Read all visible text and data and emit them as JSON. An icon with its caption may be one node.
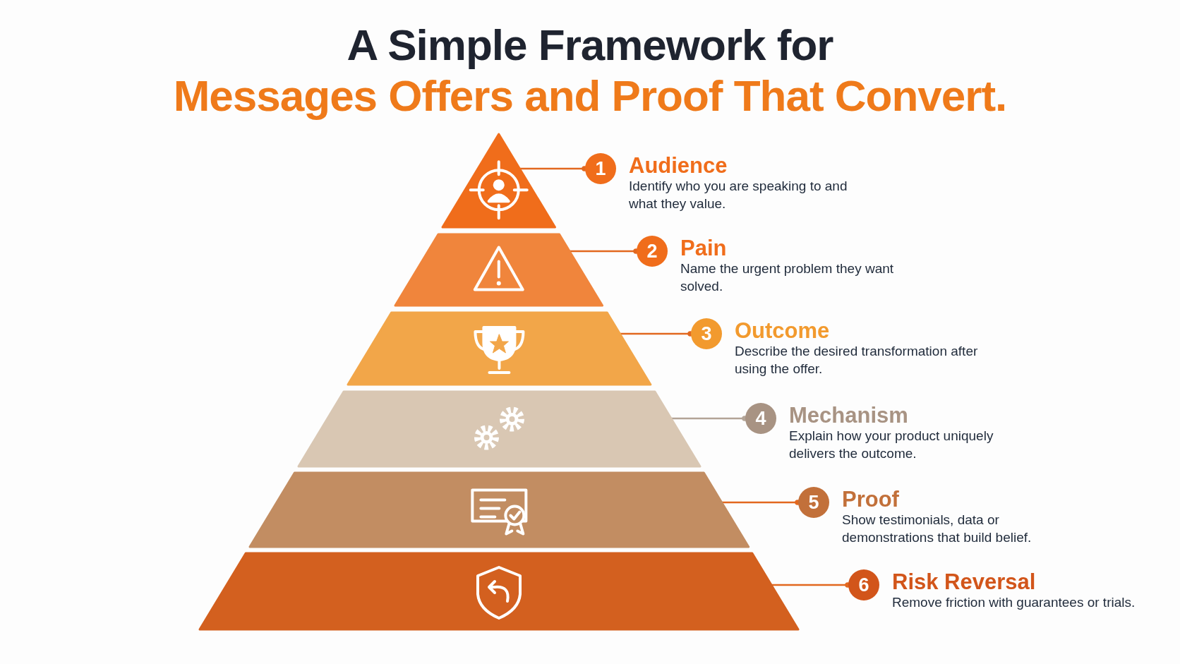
{
  "diagram": {
    "title": "A Simple Framework for Messages Offers and Proof That Convert.",
    "nodes": [
      {
        "text": [],
        "shape": "triangle"
      },
      {
        "text": [],
        "shape": "trapezoid"
      },
      {
        "text": [],
        "shape": "trapezoid"
      },
      {
        "text": [],
        "shape": "trapezoid"
      },
      {
        "text": [],
        "shape": "trapezoid"
      },
      {
        "text": [],
        "shape": "trapezoid"
      },
      {
        "text": [
          "1"
        ],
        "beside": [
          "Audience",
          "Identify who you are speaking to and what they value."
        ]
      },
      {
        "text": [
          "2"
        ],
        "beside": [
          "Pain",
          "Name the urgent problem they want solved."
        ]
      },
      {
        "text": [
          "3"
        ],
        "beside": [
          "Outcome",
          "Describe the desired transformation after using the offer."
        ]
      },
      {
        "text": [
          "4"
        ],
        "beside": [
          "Mechanism",
          "Explain how your product uniquely delivers the outcome."
        ]
      },
      {
        "text": [
          "5"
        ],
        "beside": [
          "Proof",
          "Show testimonials, data or demonstrations that build belief."
        ]
      },
      {
        "text": [
          "6"
        ],
        "beside": [
          "Risk Reversal",
          "Remove friction with guarantees or trials."
        ]
      }
    ],
    "edges": [
      {
        "from": 0,
        "to": 6,
        "arrow": "other"
      },
      {
        "from": 1,
        "to": 7,
        "arrow": "other"
      },
      {
        "from": 2,
        "to": 8,
        "arrow": "other"
      },
      {
        "from": 3,
        "to": 9,
        "arrow": "other",
        "color": "#b3a497"
      },
      {
        "from": 4,
        "to": 10,
        "arrow": "other"
      },
      {
        "from": 5,
        "to": 11,
        "arrow": "other"
      }
    ]
  }
}
